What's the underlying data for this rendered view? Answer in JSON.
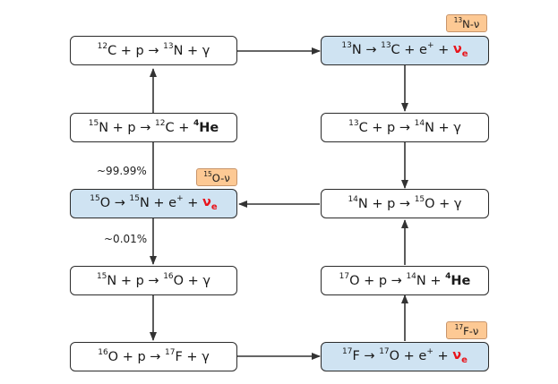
{
  "nodes": {
    "c12_p": {
      "target": "12",
      "a": "C + p → ",
      "prod": "13",
      "b": "N + γ"
    },
    "n13_decay": {
      "src": "13",
      "a": "N → ",
      "prod": "13",
      "b": "C + e",
      "plus": "+",
      "c": " + ",
      "nu": "ν",
      "nusub": "e"
    },
    "n15_p": {
      "target": "15",
      "a": "N + p → ",
      "prod": "12",
      "b": "C + ",
      "he_mass": "4",
      "he": "He"
    },
    "c13_p": {
      "target": "13",
      "a": "C + p → ",
      "prod": "14",
      "b": "N + γ"
    },
    "o15_decay": {
      "src": "15",
      "a": "O → ",
      "prod": "15",
      "b": "N + e",
      "plus": "+",
      "c": " + ",
      "nu": "ν",
      "nusub": "e"
    },
    "n14_p": {
      "target": "14",
      "a": "N + p → ",
      "prod": "15",
      "b": "O + γ"
    },
    "n15_p_b": {
      "target": "15",
      "a": "N + p → ",
      "prod": "16",
      "b": "O + γ"
    },
    "o17_p": {
      "target": "17",
      "a": "O + p → ",
      "prod": "14",
      "b": "N + ",
      "he_mass": "4",
      "he": "He"
    },
    "o16_p": {
      "target": "16",
      "a": "O + p → ",
      "prod": "17",
      "b": "F + γ"
    },
    "f17_decay": {
      "src": "17",
      "a": "F → ",
      "prod": "17",
      "b": "O + e",
      "plus": "+",
      "c": " + ",
      "nu": "ν",
      "nusub": "e"
    }
  },
  "tags": {
    "n13": {
      "mass": "13",
      "label": "N-ν"
    },
    "o15": {
      "mass": "15",
      "label": "O-ν"
    },
    "f17": {
      "mass": "17",
      "label": "F-ν"
    }
  },
  "branches": {
    "upper": "~99.99%",
    "lower": "~0.01%"
  },
  "colors": {
    "decay_fill": "#cfe3f2",
    "tag_fill": "#fdc994",
    "neutrino": "#e8141b",
    "arrow": "#333333"
  }
}
